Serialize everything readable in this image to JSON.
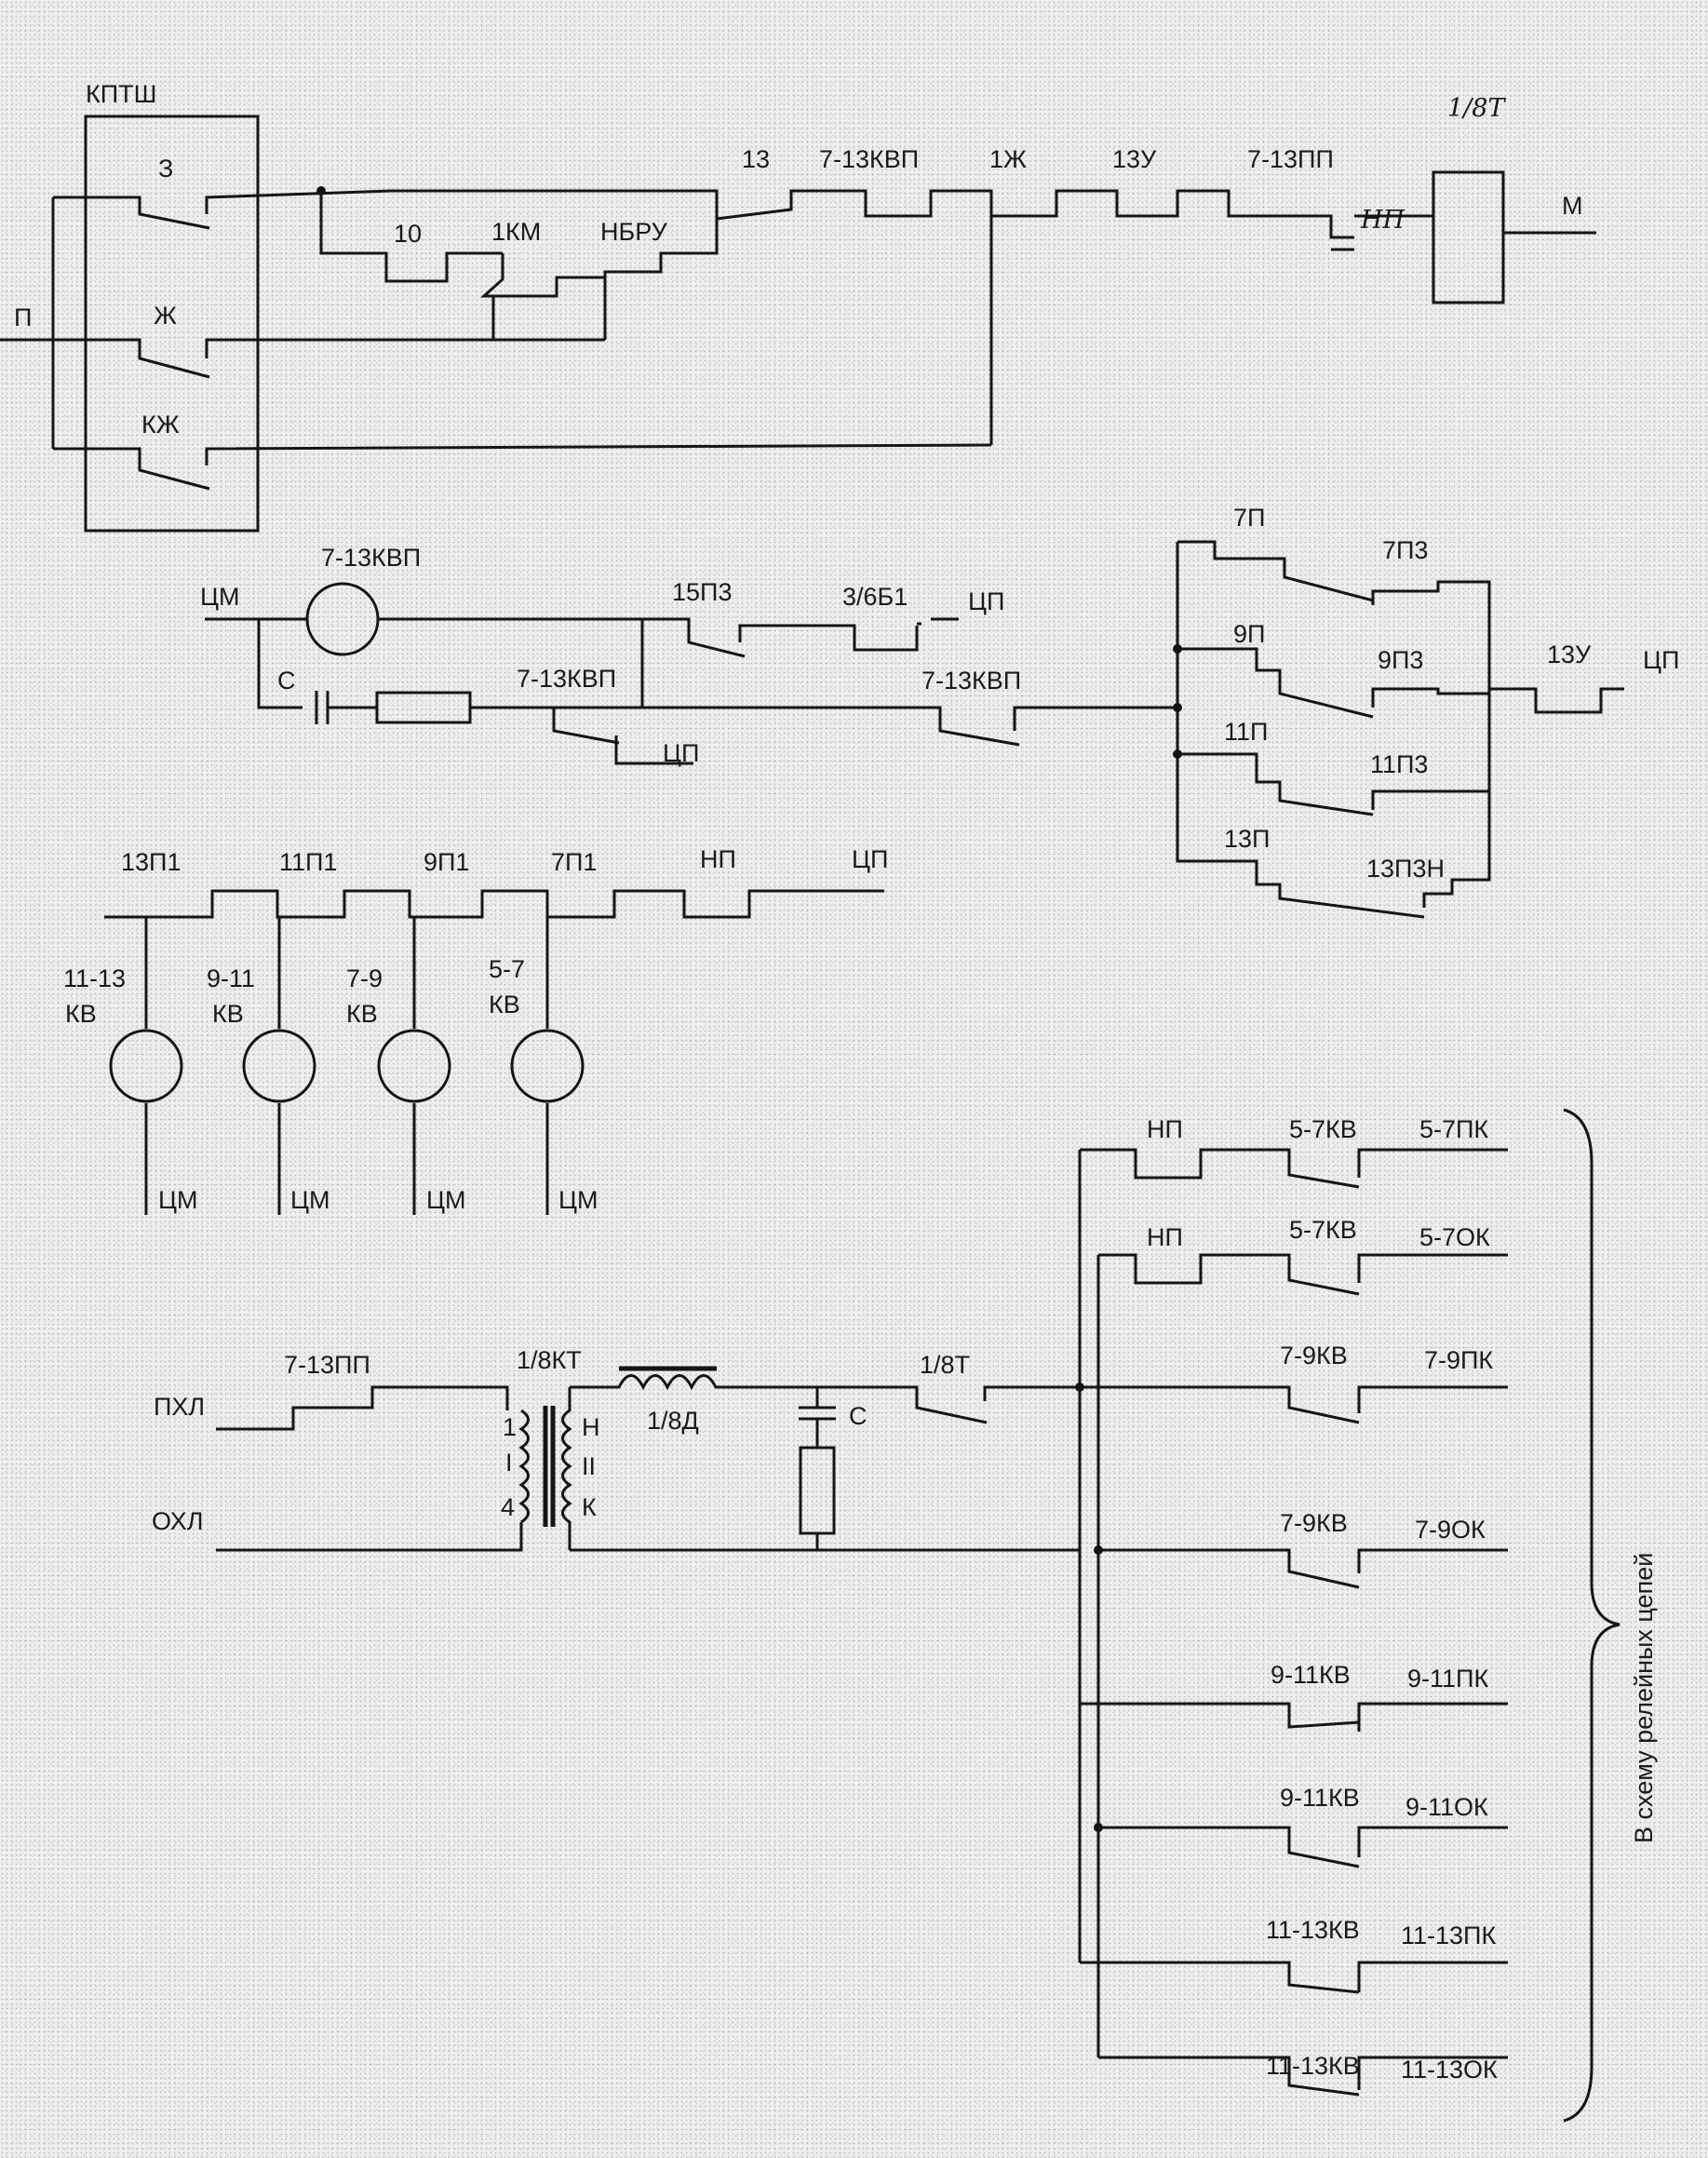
{
  "corner_note": "1/8Т",
  "block1": {
    "panel": "КПТШ",
    "contact_3": "З",
    "contact_zh": "Ж",
    "contact_kzh": "КЖ",
    "line_p": "П",
    "contact_10": "10",
    "contact_1km": "1КМ",
    "contact_nbru": "НБРУ",
    "contact_13": "13",
    "contact_7_13kvp": "7-13КВП",
    "contact_1zh": "1Ж",
    "contact_13u": "13У",
    "contact_7_13pp": "7-13ПП",
    "contact_np": "НП",
    "line_m": "М"
  },
  "block2": {
    "line_tsm": "ЦМ",
    "relay": "7-13КВП",
    "cap": "С",
    "contact_15p3": "15П3",
    "contact_3_6b1": "3/6Б1",
    "term_tsp_1": "ЦП",
    "contact_7_13kvp_a": "7-13КВП",
    "term_tsp_2": "ЦП",
    "contact_7_13kvp_b": "7-13КВП",
    "c_7p": "7П",
    "c_7p3": "7П3",
    "c_9p": "9П",
    "c_9p3": "9П3",
    "c_11p": "11П",
    "c_11p3": "11П3",
    "c_13p": "13П",
    "c_13p3n": "13П3Н",
    "contact_13u": "13У",
    "term_tsp_3": "ЦП"
  },
  "block3": {
    "contacts": [
      "13П1",
      "11П1",
      "9П1",
      "7П1",
      "НП"
    ],
    "term_tsp": "ЦП",
    "relays": [
      {
        "top": "11-13",
        "bottom": "КВ",
        "line": "ЦМ"
      },
      {
        "top": "9-11",
        "bottom": "КВ",
        "line": "ЦМ"
      },
      {
        "top": "7-9",
        "bottom": "КВ",
        "line": "ЦМ"
      },
      {
        "top": "5-7",
        "bottom": "КВ",
        "line": "ЦМ"
      }
    ]
  },
  "block4": {
    "line_pkhl": "ПХЛ",
    "line_okhl": "ОХЛ",
    "contact_7_13pp": "7-13ПП",
    "transformer": "1/8КТ",
    "winding_left": [
      "1",
      "І",
      "4"
    ],
    "winding_right": [
      "Н",
      "ІІ",
      "К"
    ],
    "choke": "1/8Д",
    "cap": "С",
    "contact_18t": "1/8Т",
    "rows": [
      {
        "contact": "НП",
        "kv": "5-7КВ",
        "out": "5-7ПК"
      },
      {
        "contact": "НП",
        "kv": "5-7КВ",
        "out": "5-7ОК"
      },
      {
        "contact": "",
        "kv": "7-9КВ",
        "out": "7-9ПК"
      },
      {
        "contact": "",
        "kv": "7-9КВ",
        "out": "7-9ОК"
      },
      {
        "contact": "",
        "kv": "9-11КВ",
        "out": "9-11ПК"
      },
      {
        "contact": "",
        "kv": "9-11КВ",
        "out": "9-11ОК"
      },
      {
        "contact": "",
        "kv": "11-13КВ",
        "out": "11-13ПК"
      },
      {
        "contact": "",
        "kv": "11-13КВ",
        "out": "11-13ОК"
      }
    ],
    "brace_text": "В схему релейных цепей"
  }
}
